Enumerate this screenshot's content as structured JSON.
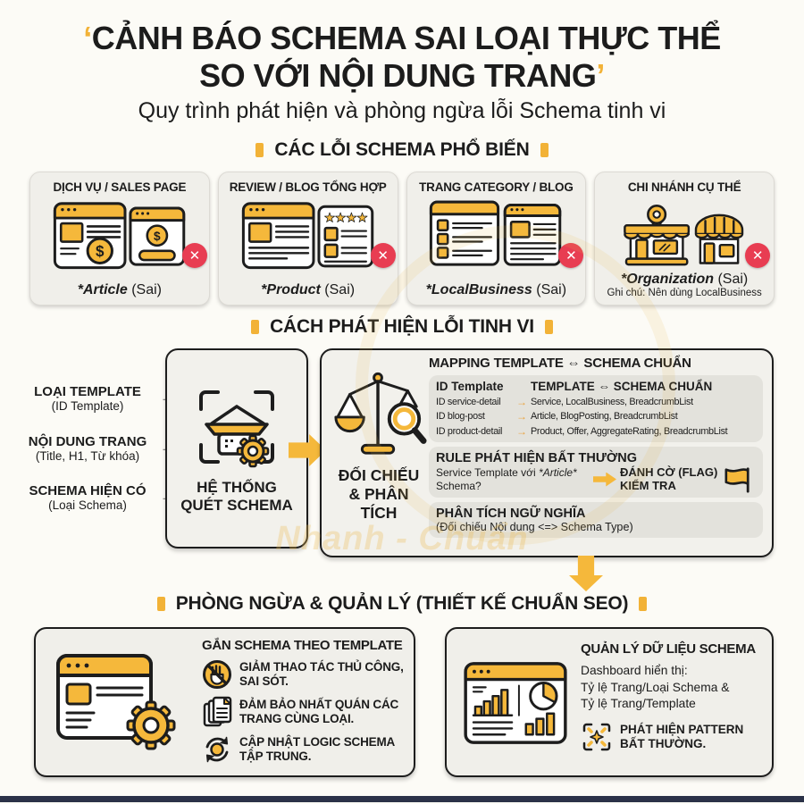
{
  "colors": {
    "accent": "#F5B83B",
    "red": "#E83D52",
    "navy": "#2B3248"
  },
  "icons": {
    "x_mark": "✕",
    "arrow_right": "→",
    "stars": "★★★★",
    "dollar": "$"
  },
  "header": {
    "quote_open": "‘",
    "title_line1": "CẢNH BÁO SCHEMA SAI LOẠI THỰC THỂ",
    "title_line2": "SO VỚI NỘI DUNG TRANG",
    "quote_close": "’",
    "subtitle": "Quy trình phát hiện và phòng ngừa lỗi Schema tinh vi"
  },
  "section_common_errors": {
    "header": "CÁC LỖI SCHEMA PHỔ BIẾN",
    "cards": [
      {
        "title": "DỊCH VỤ / SALES PAGE",
        "schema": "*Article",
        "verdict": "(Sai)"
      },
      {
        "title": "REVIEW / BLOG TỔNG HỢP",
        "schema": "*Product",
        "verdict": "(Sai)"
      },
      {
        "title": "TRANG CATEGORY / BLOG",
        "schema": "*LocalBusiness",
        "verdict": "(Sai)"
      },
      {
        "title": "CHI NHÁNH CỤ THỂ",
        "schema": "*Organization",
        "verdict": "(Sai)",
        "note": "Ghi chú: Nên dùng LocalBusiness"
      }
    ]
  },
  "section_detection": {
    "header": "CÁCH PHÁT HIỆN LỖI TINH VI",
    "inputs": [
      {
        "label": "LOẠI TEMPLATE",
        "sub": "(ID Template)"
      },
      {
        "label": "NỘI DUNG TRANG",
        "sub": "(Title, H1, Từ khóa)"
      },
      {
        "label": "SCHEMA HIỆN CÓ",
        "sub": "(Loại Schema)"
      }
    ],
    "scanner_label_line1": "HỆ THỐNG",
    "scanner_label_line2": "QUÉT SCHEMA",
    "compare_label_line1": "ĐỐI CHIẾU",
    "compare_label_line2": "& PHÂN TÍCH",
    "mapping_title": "MAPPING TEMPLATE ⇔ SCHEMA CHUẨN",
    "mapping_col1": "ID Template",
    "mapping_col2": "TEMPLATE ⇔ SCHEMA CHUẨN",
    "mapping_rows": [
      {
        "id": "ID service-detail",
        "schemas": "Service, LocalBusiness, BreadcrumbList"
      },
      {
        "id": "ID blog-post",
        "schemas": "Article, BlogPosting, BreadcrumbList"
      },
      {
        "id": "ID product-detail",
        "schemas": "Product, Offer, AggregateRating, BreadcrumbList"
      }
    ],
    "rule_title": "RULE PHÁT HIỆN BẤT THƯỜNG",
    "rule_question_pre": "Service Template với ",
    "rule_question_em": "*Article*",
    "rule_question_line2": "Schema?",
    "rule_action_line1": "ĐÁNH CỜ (FLAG)",
    "rule_action_line2": "KIỂM TRA",
    "semantic_title": "PHÂN TÍCH NGỮ NGHĨA",
    "semantic_sub": "(Đối chiếu Nội dung <=> Schema Type)"
  },
  "section_prevention": {
    "header": "PHÒNG NGỪA & QUẢN LÝ (THIẾT KẾ CHUẨN SEO)",
    "left_card": {
      "title": "GẮN SCHEMA THEO TEMPLATE",
      "items": [
        {
          "line1": "GIẢM THAO TÁC THỦ CÔNG,",
          "line2": "SAI SÓT."
        },
        {
          "line1": "ĐẢM BẢO NHẤT QUÁN CÁC",
          "line2": "TRANG CÙNG LOẠI."
        },
        {
          "line1": "CẬP NHẬT LOGIC SCHEMA",
          "line2": "TẬP TRUNG."
        }
      ]
    },
    "right_card": {
      "title": "QUẢN LÝ DỮ LIỆU SCHEMA",
      "desc_line1": "Dashboard hiển thị:",
      "desc_line2": "Tỷ lệ Trang/Loại Schema &",
      "desc_line3": "Tỷ lệ Trang/Template",
      "item_line1": "PHÁT HIỆN PATTERN",
      "item_line2": "BẤT THƯỜNG."
    }
  },
  "watermark": {
    "text": "Nhanh - Chuẩn"
  }
}
